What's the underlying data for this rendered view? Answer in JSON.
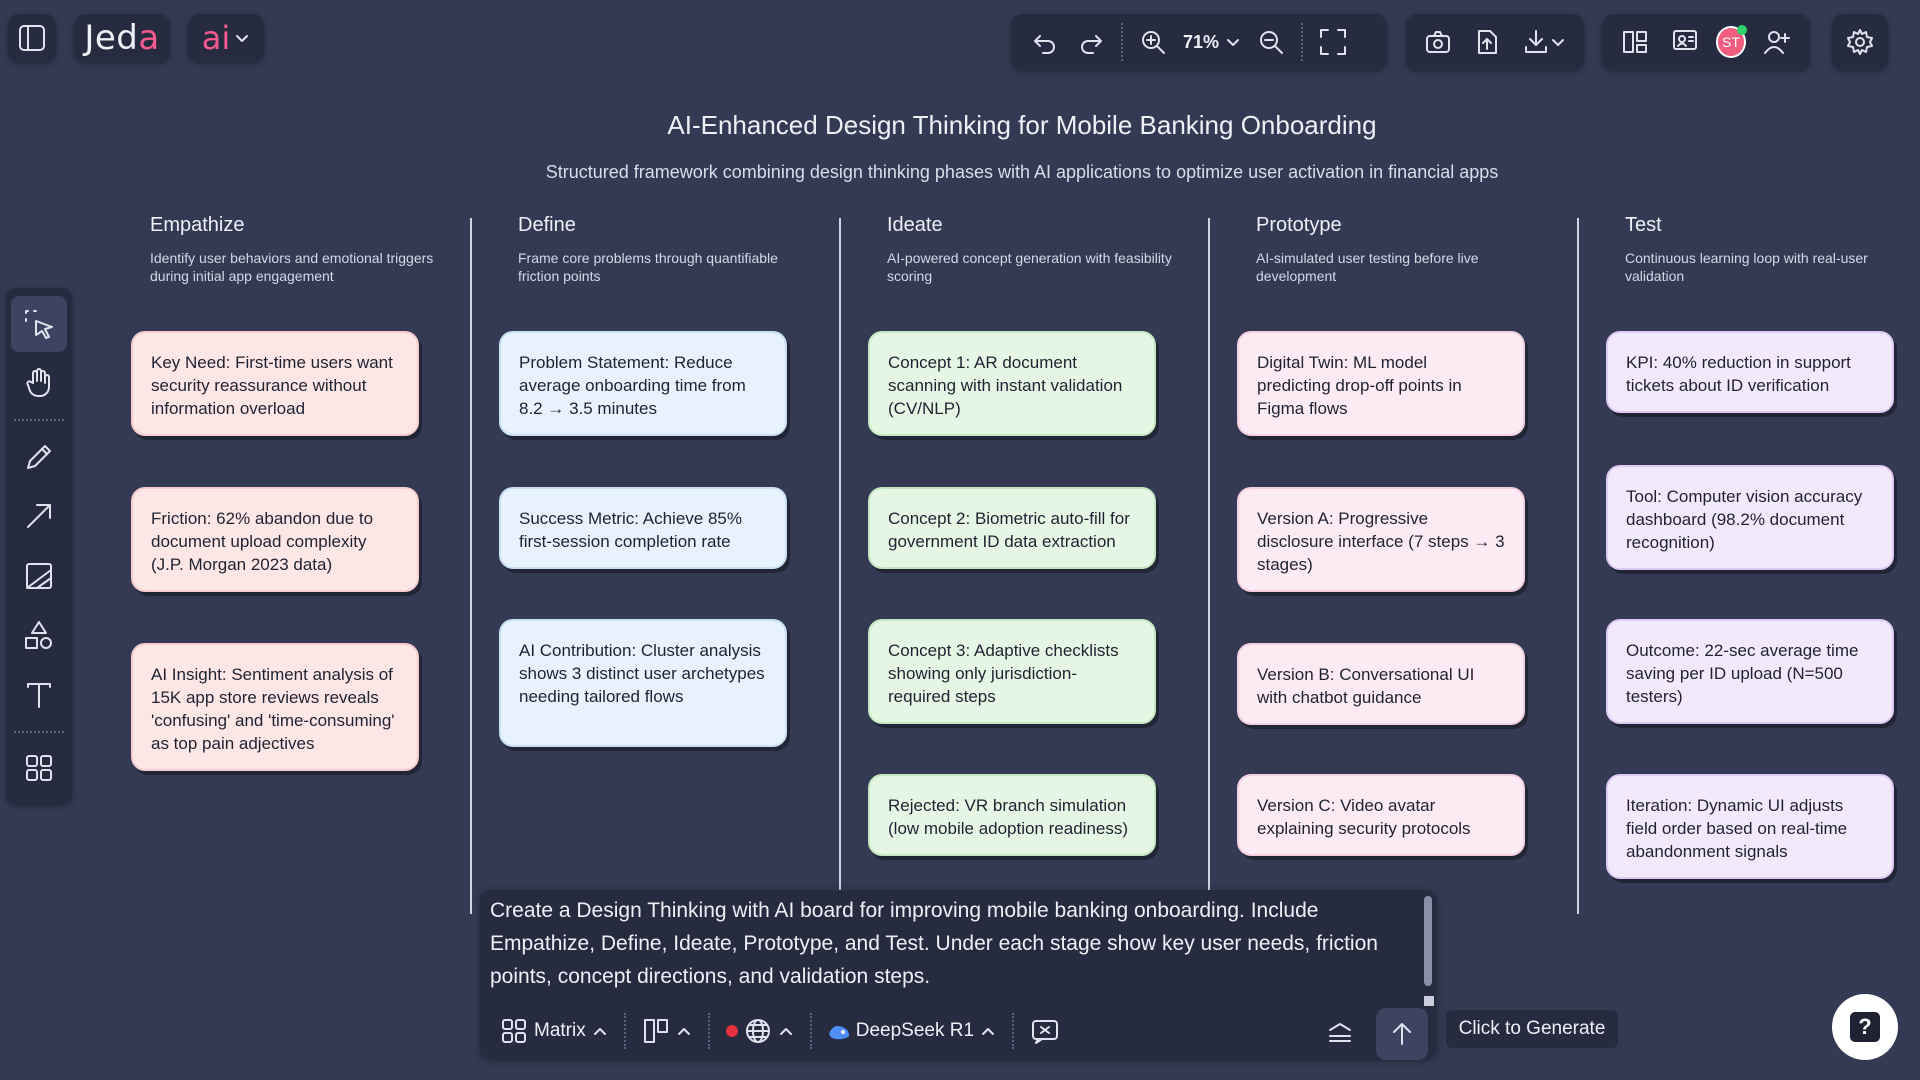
{
  "app": {
    "logo_main": "Jed",
    "logo_accent": "a",
    "ai_label": "ai"
  },
  "toolbar": {
    "zoom": "71%"
  },
  "user": {
    "initials": "ST"
  },
  "board": {
    "title": "AI-Enhanced Design Thinking for Mobile Banking Onboarding",
    "subtitle": "Structured framework combining design thinking phases with AI applications to optimize user activation in financial apps",
    "columns": [
      {
        "title": "Empathize",
        "desc": "Identify user behaviors and emotional triggers during initial app engagement",
        "cards": [
          "Key Need: First-time users want security reassurance without information overload",
          "Friction: 62% abandon due to document upload complexity (J.P. Morgan 2023 data)",
          "AI Insight: Sentiment analysis of 15K app store reviews reveals 'confusing' and 'time-consuming' as top pain adjectives"
        ]
      },
      {
        "title": "Define",
        "desc": "Frame core problems through quantifiable friction points",
        "cards": [
          "Problem Statement: Reduce average onboarding time from 8.2 → 3.5 minutes",
          "Success Metric: Achieve 85% first-session completion rate",
          "AI Contribution: Cluster analysis shows 3 distinct user archetypes needing tailored flows"
        ]
      },
      {
        "title": "Ideate",
        "desc": "AI-powered concept generation with feasibility scoring",
        "cards": [
          "Concept 1: AR document scanning with instant validation (CV/NLP)",
          "Concept 2: Biometric auto-fill for government ID data extraction",
          "Concept 3: Adaptive checklists showing only jurisdiction-required steps",
          "Rejected: VR branch simulation (low mobile adoption readiness)"
        ]
      },
      {
        "title": "Prototype",
        "desc": "AI-simulated user testing before live development",
        "cards": [
          "Digital Twin: ML model predicting drop-off points in Figma flows",
          "Version A: Progressive disclosure interface (7 steps → 3 stages)",
          "Version B: Conversational UI with chatbot guidance",
          "Version C: Video avatar explaining security protocols"
        ]
      },
      {
        "title": "Test",
        "desc": "Continuous learning loop with real-user validation",
        "cards": [
          "KPI: 40% reduction in support tickets about ID verification",
          "Tool: Computer vision accuracy dashboard (98.2% document recognition)",
          "Outcome: 22-sec average time saving per ID upload (N=500 testers)",
          "Iteration: Dynamic UI adjusts field order based on real-time abandonment signals"
        ]
      }
    ]
  },
  "prompt": {
    "text": "Create a Design Thinking with AI board for improving mobile banking onboarding. Include Empathize, Define, Ideate, Prototype, and Test. Under each stage show key user needs, friction points, concept directions, and validation steps.",
    "layout_label": "Matrix",
    "model_label": "DeepSeek R1",
    "generate_tooltip": "Click to Generate"
  },
  "help": {
    "label": "?"
  },
  "colors": {
    "canvas": "#343a54",
    "panel": "#262b40",
    "accent_pink": "#f45a8d",
    "empathize_card": "#fde6e6",
    "define_card": "#e7f2fd",
    "ideate_card": "#e5f7e4",
    "prototype_card": "#fdebf3",
    "test_card": "#f3e9fd"
  }
}
